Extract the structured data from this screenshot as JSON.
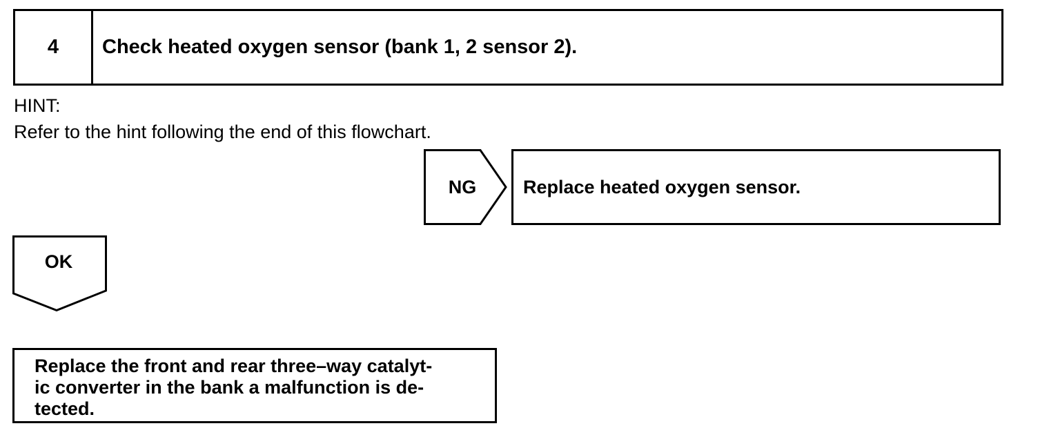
{
  "step": {
    "number": "4",
    "title": "Check heated oxygen sensor (bank 1, 2 sensor 2)."
  },
  "hint": {
    "label": "HINT:",
    "text": "Refer to the hint following the end of this flowchart."
  },
  "ng_branch": {
    "label": "NG",
    "action": "Replace heated oxygen sensor."
  },
  "ok_branch": {
    "label": "OK"
  },
  "final_action": {
    "lines": [
      "Replace the front and rear three–way catalyt-",
      "ic converter in the bank a malfunction is de-",
      "tected."
    ]
  }
}
